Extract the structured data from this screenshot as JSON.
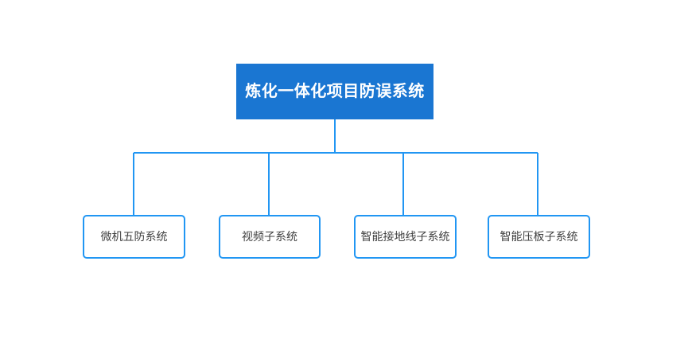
{
  "diagram": {
    "type": "org-chart",
    "background_color": "#ffffff",
    "root": {
      "label": "炼化一体化项目防误系统",
      "fill_color": "#1a76d2",
      "text_color": "#ffffff"
    },
    "children": [
      {
        "label": "微机五防系统"
      },
      {
        "label": "视频子系统"
      },
      {
        "label": "智能接地线子系统"
      },
      {
        "label": "智能压板子系统"
      }
    ],
    "connector": {
      "color": "#2196f3",
      "stroke_width": 2
    },
    "child_style": {
      "border_color": "#2196f3",
      "fill_color": "#ffffff",
      "text_color": "#404040"
    }
  }
}
